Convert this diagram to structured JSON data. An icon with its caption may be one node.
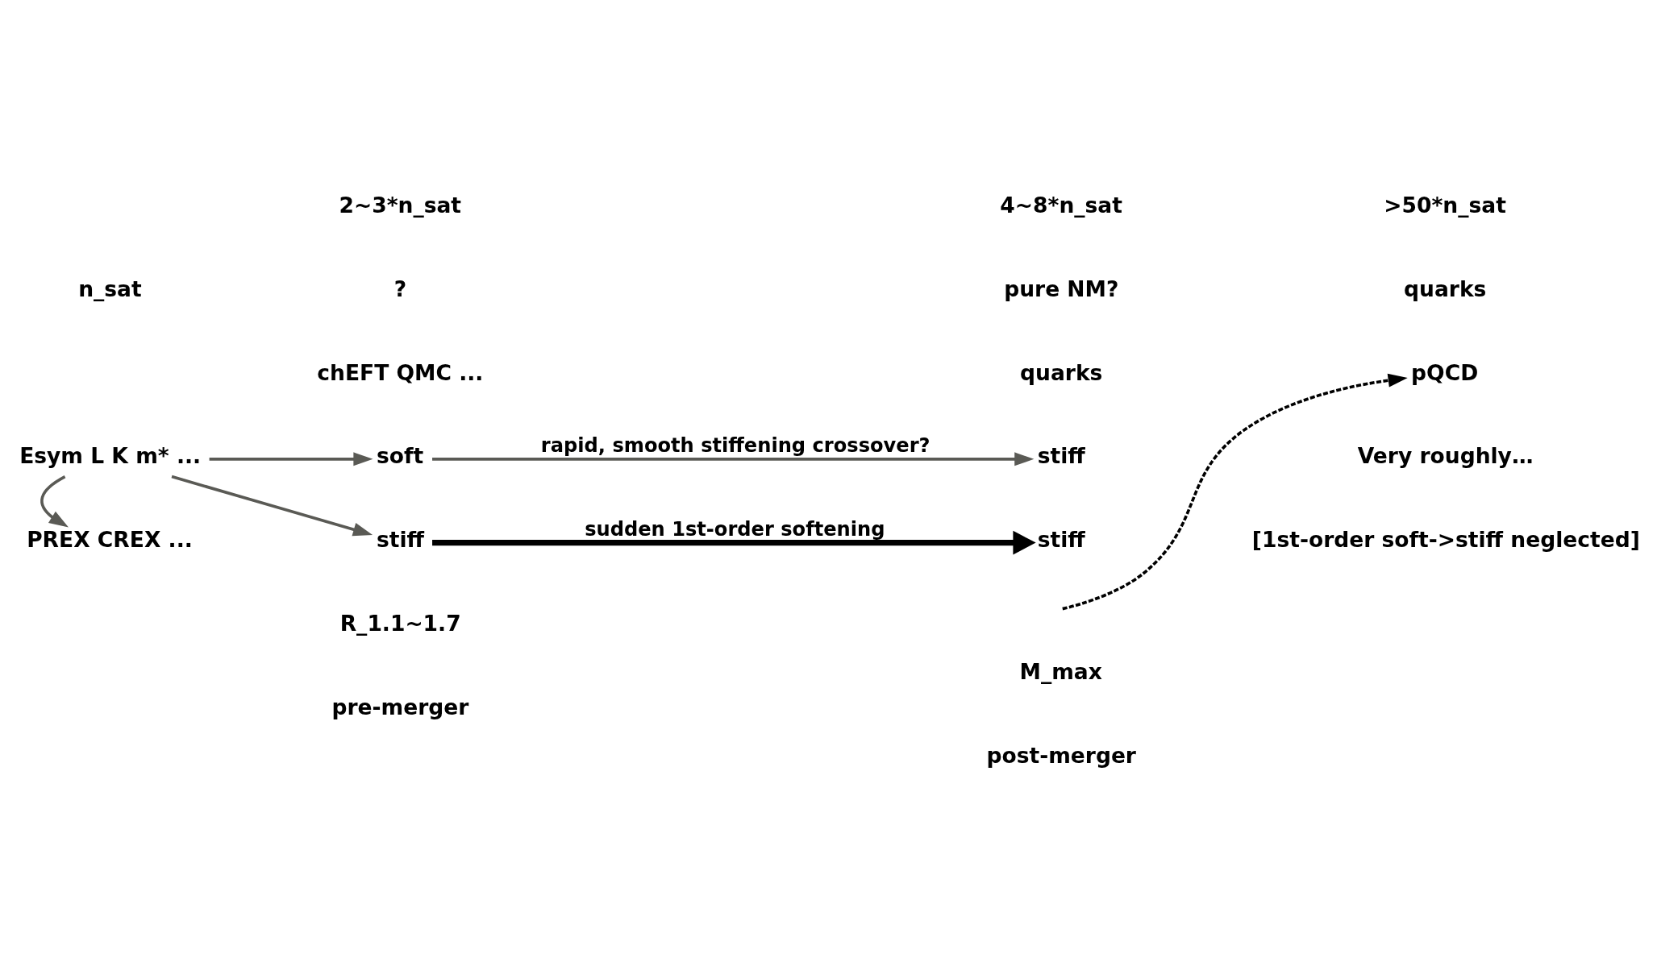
{
  "diagram": {
    "nodes": [
      {
        "text": [
          "Esym L K m* ..."
        ]
      },
      {
        "text": [
          "soft"
        ]
      },
      {
        "text": [
          "stiff"
        ]
      },
      {
        "text": [
          "stiff"
        ]
      },
      {
        "text": [
          "stiff"
        ]
      },
      {
        "text": [
          "PREX CREX ..."
        ]
      },
      {
        "text": [
          "pQCD"
        ]
      }
    ],
    "edges": [
      {
        "from": 0,
        "to": 1,
        "arrow": "to"
      },
      {
        "from": 0,
        "to": 2,
        "arrow": "to"
      },
      {
        "from": 0,
        "to": 5,
        "arrow": "to"
      },
      {
        "from": 1,
        "to": 3,
        "arrow": "to",
        "label": "rapid, smooth stiffening crossover?"
      },
      {
        "from": 2,
        "to": 4,
        "arrow": "to",
        "label": "sudden 1st-order softening",
        "color": "#000000",
        "style": "thick"
      },
      {
        "from": null,
        "to": 6,
        "arrow": "to",
        "style": "dashed",
        "color": "#000000"
      }
    ],
    "labels": [
      "n_sat",
      "2~3*n_sat",
      "4~8*n_sat",
      ">50*n_sat",
      "?",
      "pure NM?",
      "quarks",
      "chEFT QMC ...",
      "quarks",
      "Very roughly…",
      "[1st-order soft->stiff neglected]",
      "R_1.1~1.7",
      "pre-merger",
      "M_max",
      "post-merger"
    ]
  }
}
